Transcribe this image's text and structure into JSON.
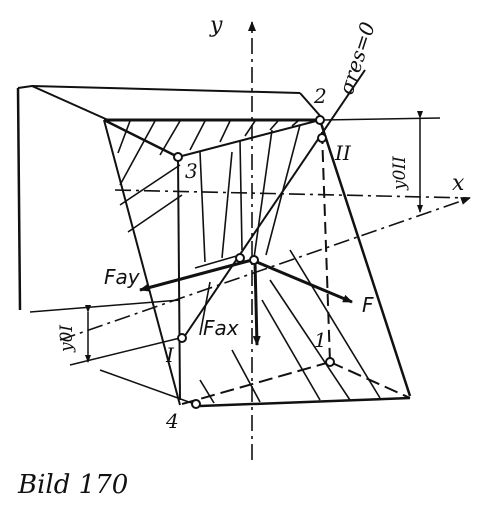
{
  "diagram": {
    "axes": {
      "y": "y",
      "x": "x"
    },
    "zero_line_label": "σres=0",
    "points": {
      "p1": "1",
      "p2": "2",
      "p3": "3",
      "p4": "4",
      "pI": "I",
      "pII": "II"
    },
    "forces": {
      "fay": "Fay",
      "fax": "Fax",
      "f": "F"
    },
    "distances": {
      "y0I": "y0I",
      "y0II": "y0II"
    }
  },
  "caption": "Bild 170"
}
